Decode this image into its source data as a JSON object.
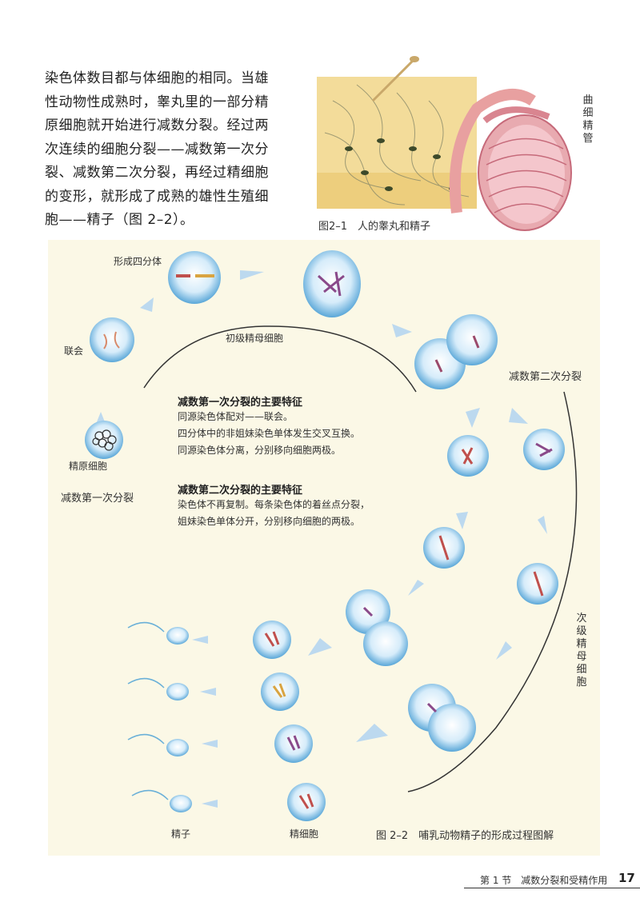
{
  "intro_lines": [
    "染色体数目都与体细胞的相同。当雄",
    "性动物性成熟时，睾丸里的一部分精",
    "原细胞就开始进行减数分裂。经过两",
    "次连续的细胞分裂——减数第一次分",
    "裂、减数第二次分裂，再经过精细胞",
    "的变形，就形成了成熟的雄性生殖细",
    "胞——精子（图 2–2）。"
  ],
  "figure1": {
    "caption": "图2–1　人的睾丸和精子",
    "label_vertical": "曲细精管"
  },
  "figure2": {
    "caption": "图 2–2　哺乳动物精子的形成过程图解",
    "labels": {
      "tetrad": "形成四分体",
      "synapsis": "联会",
      "spermatogonium": "精原细胞",
      "meiosis1": "减数第一次分裂",
      "primary_spermatocyte": "初级精母细胞",
      "meiosis2": "减数第二次分裂",
      "secondary_spermatocyte": "次级精母细胞",
      "spermatid": "精细胞",
      "sperm": "精子"
    },
    "features": {
      "m1_title": "减数第一次分裂的主要特征",
      "m1_lines": [
        "同源染色体配对——联会。",
        "四分体中的非姐妹染色单体发生交叉互换。",
        "同源染色体分离，分别移向细胞两极。"
      ],
      "m2_title": "减数第二次分裂的主要特征",
      "m2_lines": [
        "染色体不再复制。每条染色体的着丝点分裂，",
        "姐妹染色单体分开，分别移向细胞的两极。"
      ]
    }
  },
  "footer": {
    "section": "第 1 节　减数分裂和受精作用",
    "page": "17"
  }
}
